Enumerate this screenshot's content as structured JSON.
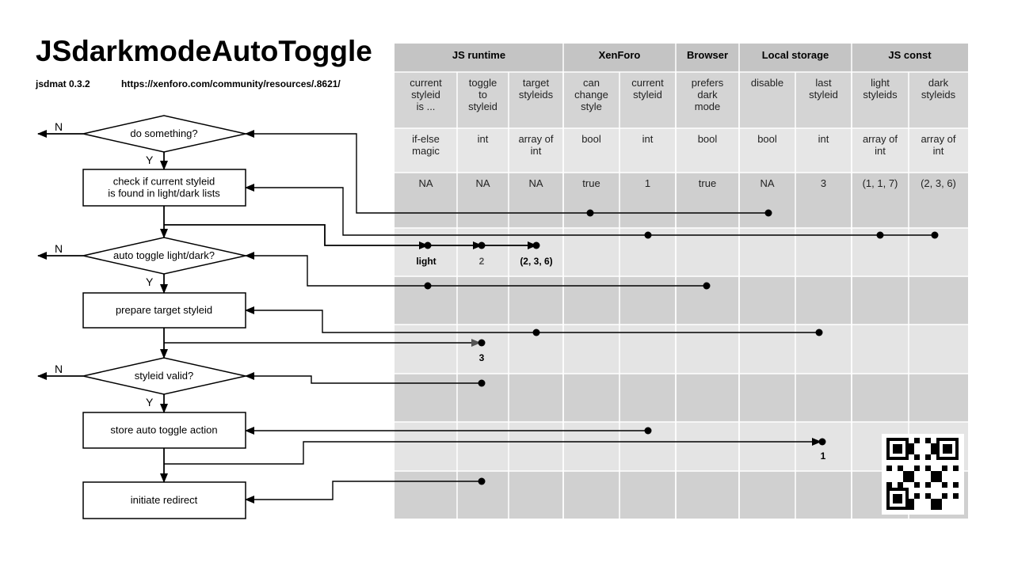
{
  "title": "JSdarkmodeAutoToggle",
  "version": "jsdmat 0.3.2",
  "url": "https://xenforo.com/community/resources/.8621/",
  "table": {
    "groups": [
      {
        "label": "JS runtime",
        "span": 3
      },
      {
        "label": "XenForo",
        "span": 2
      },
      {
        "label": "Browser",
        "span": 1
      },
      {
        "label": "Local storage",
        "span": 2
      },
      {
        "label": "JS const",
        "span": 2
      }
    ],
    "columns": [
      {
        "label": [
          "current",
          "styleid",
          "is ..."
        ],
        "type": [
          "if-else",
          "magic"
        ],
        "value": "NA"
      },
      {
        "label": [
          "toggle",
          "to",
          "styleid"
        ],
        "type": [
          "int"
        ],
        "value": "NA"
      },
      {
        "label": [
          "target",
          "styleids"
        ],
        "type": [
          "array of",
          "int"
        ],
        "value": "NA"
      },
      {
        "label": [
          "can",
          "change",
          "style"
        ],
        "type": [
          "bool"
        ],
        "value": "true"
      },
      {
        "label": [
          "current",
          "styleid"
        ],
        "type": [
          "int"
        ],
        "value": "1"
      },
      {
        "label": [
          "prefers",
          "dark",
          "mode"
        ],
        "type": [
          "bool"
        ],
        "value": "true"
      },
      {
        "label": [
          "disable"
        ],
        "type": [
          "bool"
        ],
        "value": "NA"
      },
      {
        "label": [
          "last",
          "styleid"
        ],
        "type": [
          "int"
        ],
        "value": "3"
      },
      {
        "label": [
          "light",
          "styleids"
        ],
        "type": [
          "array of",
          "int"
        ],
        "value": "(1, 1, 7)"
      },
      {
        "label": [
          "dark",
          "styleids"
        ],
        "type": [
          "array of",
          "int"
        ],
        "value": "(2, 3, 6)"
      }
    ]
  },
  "flow": {
    "nodes": [
      {
        "kind": "decision",
        "label": [
          "do something?"
        ]
      },
      {
        "kind": "process",
        "label": [
          "check if current styleid",
          "is found in light/dark lists"
        ]
      },
      {
        "kind": "decision",
        "label": [
          "auto toggle light/dark?"
        ]
      },
      {
        "kind": "process",
        "label": [
          "prepare target styleid"
        ]
      },
      {
        "kind": "decision",
        "label": [
          "styleid valid?"
        ]
      },
      {
        "kind": "process",
        "label": [
          "store auto toggle action"
        ]
      },
      {
        "kind": "process",
        "label": [
          "initiate redirect"
        ]
      }
    ],
    "yes_label": "Y",
    "no_label": "N"
  },
  "annotations": {
    "current_is": "light",
    "toggle_to": "2",
    "target_ids": "(2, 3, 6)",
    "toggle_to_valid": "3",
    "last_styleid_stored": "1"
  },
  "colors": {
    "header": "#c4c4c4",
    "subheader": "#d4d4d4",
    "types": "#e6e6e6",
    "values": "#cfcfcf",
    "band_dark": "#d0d0d0",
    "band_light": "#e4e4e4"
  }
}
